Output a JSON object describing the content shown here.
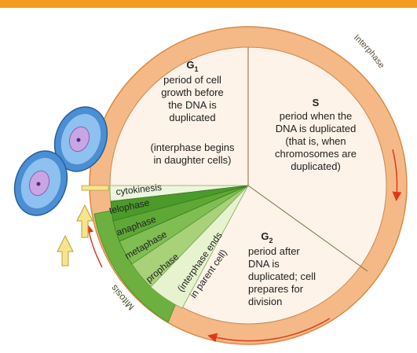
{
  "colors": {
    "banner": "#f39c21",
    "ring": "#f4b986",
    "ring_edge": "#d98a45",
    "wheel_fill": "#fdf3e8",
    "phase_dark": "#4b9a2a",
    "phase_mid": "#6db040",
    "phase_light": "#a8d17a",
    "phase_pale": "#e7f2cf",
    "arrow_red": "#e0381c",
    "cell_fill": "#4a8fd4",
    "cell_nucleus": "#c8a6e6"
  },
  "icons": [
    "daughter-cell-icon",
    "arrow-icon"
  ],
  "g1": {
    "title": "G",
    "sub": "1",
    "lines": [
      "period of cell",
      "growth before",
      "the DNA is",
      "duplicated"
    ],
    "note_lines": [
      "(interphase begins",
      "in daughter cells)"
    ]
  },
  "s": {
    "title": "S",
    "lines": [
      "period when the",
      "DNA is duplicated",
      "(that is, when",
      "chromosomes are",
      "duplicated)"
    ]
  },
  "g2": {
    "title": "G",
    "sub": "2",
    "lines": [
      "period after",
      "DNA is",
      "duplicated; cell",
      "prepares for",
      "division"
    ]
  },
  "ring": {
    "interphase_label": "Interphase",
    "mitosis_label": "Mitosis"
  },
  "phases": {
    "cytokinesis": "cytokinesis",
    "telophase": "telophase",
    "anaphase": "anaphase",
    "metaphase": "metaphase",
    "prophase": "prophase",
    "interphase_ends": [
      "(interphase ends",
      "in parent cell)"
    ]
  }
}
